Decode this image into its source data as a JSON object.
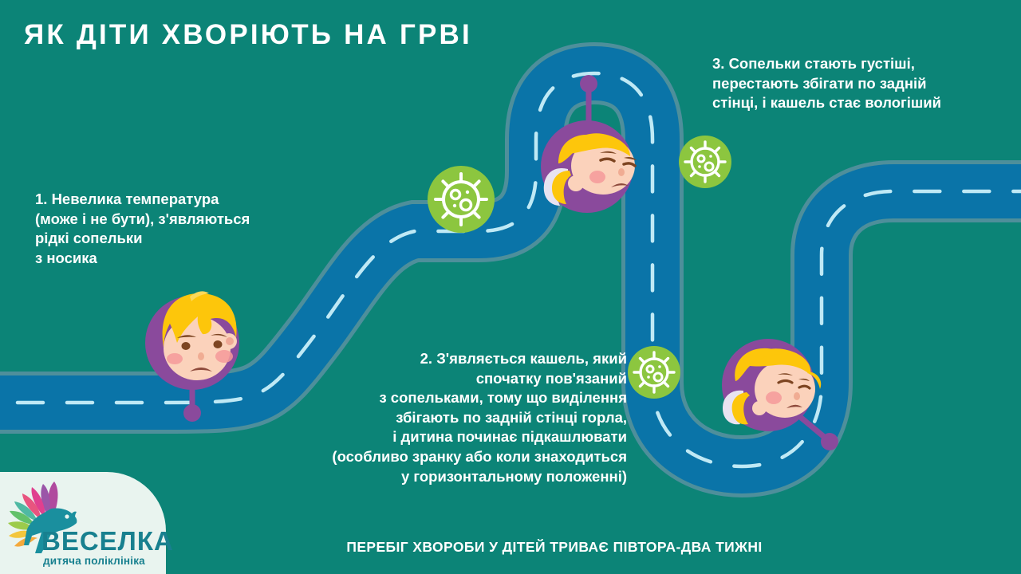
{
  "page": {
    "title": "ЯК ДІТИ ХВОРІЮТЬ НА ГРВІ",
    "footer_note": "ПЕРЕБІГ ХВОРОБИ У ДІТЕЙ ТРИВАЄ ПІВТОРА-ДВА ТИЖНІ",
    "background_color": "#0c8477"
  },
  "steps": [
    {
      "id": 1,
      "text": "1. Невелика температура\n(може і не бути), з'являються\nрідкі сопельки\nз носика"
    },
    {
      "id": 2,
      "text": "2. З'являється кашель, який\nспочатку пов'язаний\nз сопельками, тому що виділення\nзбігають по задній стінці горла,\nі дитина починає підкашлювати\n(особливо зранку або коли знаходиться\nу горизонтальному положенні)"
    },
    {
      "id": 3,
      "text": "3. Сопельки стають густіші,\nперестають збігати по задній\nстінці, і кашель стає вологіший"
    }
  ],
  "markers": [
    {
      "name": "child-marker-1",
      "state": "sad-boy"
    },
    {
      "name": "child-marker-2",
      "state": "sad-girl-tilted"
    },
    {
      "name": "child-marker-3",
      "state": "sleeping-girl"
    }
  ],
  "virus_icons": [
    {
      "name": "virus-icon-1"
    },
    {
      "name": "virus-icon-2"
    },
    {
      "name": "virus-icon-3"
    }
  ],
  "logo": {
    "name": "ВЕСЕЛКА",
    "subtitle": "дитяча поліклініка",
    "icon": "rainbow-bird-icon",
    "brand_color": "#18808f"
  },
  "colors": {
    "background": "#0c8477",
    "road_fill": "#0a74a8",
    "road_edge": "#4e8f9b",
    "road_dash": "#bfe9f5",
    "marker_purple": "#8a4a9c",
    "virus_green": "#8cc63f",
    "hair_yellow": "#fdc60b",
    "skin": "#f9c6ae",
    "text_white": "#ffffff",
    "logo_panel": "#e9f4ef"
  }
}
